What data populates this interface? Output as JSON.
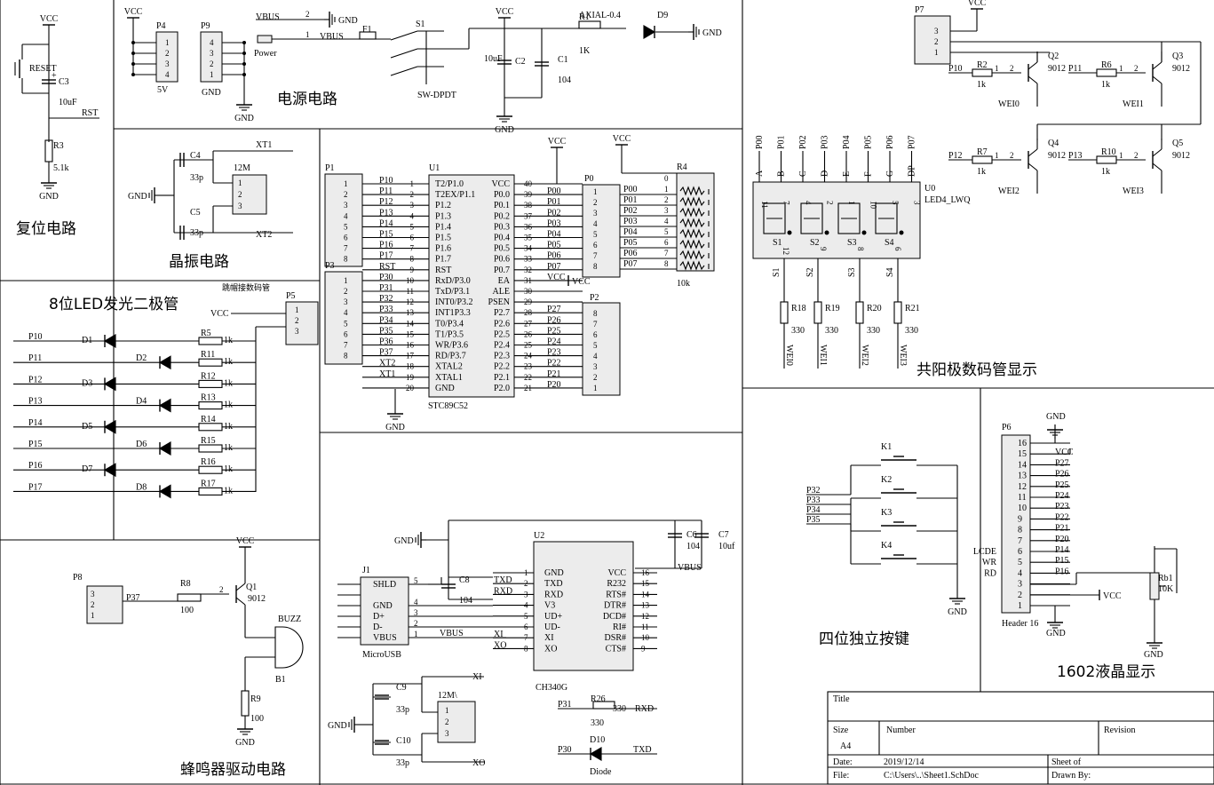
{
  "titles": {
    "reset": "复位电路",
    "power": "电源电路",
    "crystal": "晶振电路",
    "led8": "8位LED发光二极管",
    "jumper": "跳帽接数码管",
    "buzzer": "蜂鸣器驱动电路",
    "seg": "共阳极数码管显示",
    "keys": "四位独立按键",
    "lcd": "1602液晶显示"
  },
  "common": {
    "vcc": "VCC",
    "gnd": "GND",
    "vbus": "VBUS",
    "rst": "RST",
    "xt1": "XT1",
    "xt2": "XT2",
    "xi": "XI",
    "xo": "XO",
    "rxd": "RXD",
    "txd": "TXD"
  },
  "reset": {
    "btn": "RESET",
    "c3": "C3",
    "c3v": "10uF",
    "r3": "R3",
    "r3v": "5.1k"
  },
  "power": {
    "p4": "P4",
    "p4v": "5V",
    "p9": "P9",
    "p9v": "GND",
    "jack": "Power",
    "f1": "F1",
    "s1": "S1",
    "s1v": "SW-DPDT",
    "c2": "C2",
    "c2v": "10uF",
    "c1": "C1",
    "c1v": "104",
    "r1": "R1",
    "r1v": "1K",
    "r1t": "AXIAL-0.4",
    "d9": "D9",
    "pins_1234": [
      "1",
      "2",
      "3",
      "4"
    ],
    "pins_4321": [
      "4",
      "3",
      "2",
      "1"
    ],
    "pin2": "2",
    "pin1": "1"
  },
  "crystal": {
    "c4": "C4",
    "c4v": "33p",
    "c5": "C5",
    "c5v": "33p",
    "y": "12M",
    "pins": [
      "1",
      "2",
      "3"
    ]
  },
  "mcu": {
    "u1": "U1",
    "part": "STC89C52",
    "p1": "P1",
    "p3": "P3",
    "p0": "P0",
    "p2": "P2",
    "r4": "R4",
    "r4v": "10k",
    "left": [
      {
        "n": "1",
        "sig": "P10",
        "name": "T2/P1.0"
      },
      {
        "n": "2",
        "sig": "P11",
        "name": "T2EX/P1.1"
      },
      {
        "n": "3",
        "sig": "P12",
        "name": "P1.2"
      },
      {
        "n": "4",
        "sig": "P13",
        "name": "P1.3"
      },
      {
        "n": "5",
        "sig": "P14",
        "name": "P1.4"
      },
      {
        "n": "6",
        "sig": "P15",
        "name": "P1.5"
      },
      {
        "n": "7",
        "sig": "P16",
        "name": "P1.6"
      },
      {
        "n": "8",
        "sig": "P17",
        "name": "P1.7"
      },
      {
        "n": "9",
        "sig": "RST",
        "name": "RST"
      },
      {
        "n": "10",
        "sig": "P30",
        "name": "RxD/P3.0"
      },
      {
        "n": "11",
        "sig": "P31",
        "name": "TxD/P3.1"
      },
      {
        "n": "12",
        "sig": "P32",
        "name": "INT0/P3.2"
      },
      {
        "n": "13",
        "sig": "P33",
        "name": "INT1P3.3"
      },
      {
        "n": "14",
        "sig": "P34",
        "name": "T0/P3.4"
      },
      {
        "n": "15",
        "sig": "P35",
        "name": "T1/P3.5"
      },
      {
        "n": "16",
        "sig": "P36",
        "name": "WR/P3.6"
      },
      {
        "n": "17",
        "sig": "P37",
        "name": "RD/P3.7"
      },
      {
        "n": "18",
        "sig": "XT2",
        "name": "XTAL2"
      },
      {
        "n": "19",
        "sig": "XT1",
        "name": "XTAL1"
      },
      {
        "n": "20",
        "sig": "",
        "name": "GND"
      }
    ],
    "right": [
      {
        "n": "40",
        "sig": "",
        "name": "VCC"
      },
      {
        "n": "39",
        "sig": "P00",
        "name": "P0.0"
      },
      {
        "n": "38",
        "sig": "P01",
        "name": "P0.1"
      },
      {
        "n": "37",
        "sig": "P02",
        "name": "P0.2"
      },
      {
        "n": "36",
        "sig": "P03",
        "name": "P0.3"
      },
      {
        "n": "35",
        "sig": "P04",
        "name": "P0.4"
      },
      {
        "n": "34",
        "sig": "P05",
        "name": "P0.5"
      },
      {
        "n": "33",
        "sig": "P06",
        "name": "P0.6"
      },
      {
        "n": "32",
        "sig": "P07",
        "name": "P0.7"
      },
      {
        "n": "31",
        "sig": "VCC",
        "name": "EA"
      },
      {
        "n": "30",
        "sig": "",
        "name": "ALE"
      },
      {
        "n": "29",
        "sig": "",
        "name": "PSEN"
      },
      {
        "n": "28",
        "sig": "P27",
        "name": "P2.7"
      },
      {
        "n": "27",
        "sig": "P26",
        "name": "P2.6"
      },
      {
        "n": "26",
        "sig": "P25",
        "name": "P2.5"
      },
      {
        "n": "25",
        "sig": "P24",
        "name": "P2.4"
      },
      {
        "n": "24",
        "sig": "P23",
        "name": "P2.3"
      },
      {
        "n": "23",
        "sig": "P22",
        "name": "P2.2"
      },
      {
        "n": "22",
        "sig": "P21",
        "name": "P2.1"
      },
      {
        "n": "21",
        "sig": "P20",
        "name": "P2.0"
      }
    ],
    "p1pins": [
      "1",
      "2",
      "3",
      "4",
      "5",
      "6",
      "7",
      "8"
    ],
    "p0pins": [
      "1",
      "2",
      "3",
      "4",
      "5",
      "6",
      "7",
      "8"
    ],
    "p2pins": [
      "8",
      "7",
      "6",
      "5",
      "4",
      "3",
      "2",
      "1"
    ],
    "r4sigs": [
      "P00",
      "P01",
      "P02",
      "P03",
      "P04",
      "P05",
      "P06",
      "P07"
    ],
    "r4pins": [
      "0",
      "1",
      "2",
      "3",
      "4",
      "5",
      "6",
      "7",
      "8"
    ]
  },
  "leds": {
    "p5": "P5",
    "p5pins": [
      "1",
      "2",
      "3"
    ],
    "rv": "1k",
    "rows": [
      {
        "sig": "P10",
        "d": "D1",
        "r": "R5"
      },
      {
        "sig": "P11",
        "d": "D2",
        "r": "R11"
      },
      {
        "sig": "P12",
        "d": "D3",
        "r": "R12"
      },
      {
        "sig": "P13",
        "d": "D4",
        "r": "R13"
      },
      {
        "sig": "P14",
        "d": "D5",
        "r": "R14"
      },
      {
        "sig": "P15",
        "d": "D6",
        "r": "R15"
      },
      {
        "sig": "P16",
        "d": "D7",
        "r": "R16"
      },
      {
        "sig": "P17",
        "d": "D8",
        "r": "R17"
      }
    ]
  },
  "buzzer": {
    "p8": "P8",
    "pins": [
      "3",
      "2",
      "1"
    ],
    "sig": "P37",
    "r8": "R8",
    "r8v": "100",
    "q1": "Q1",
    "q1v": "9012",
    "buzz": "BUZZ",
    "b1": "B1",
    "r9": "R9",
    "r9v": "100",
    "pin2": "2"
  },
  "usb": {
    "j1": "J1",
    "j1v": "MicroUSB",
    "j1pins": [
      "SHLD",
      "GND",
      "D+",
      "D-",
      "VBUS"
    ],
    "j1nums": [
      "5",
      "4",
      "3",
      "2",
      "1"
    ],
    "u2": "U2",
    "part": "CH340G",
    "c8": "C8",
    "c8v": "104",
    "c6": "C6",
    "c6v": "104",
    "c7": "C7",
    "c7v": "10uf",
    "left": [
      {
        "n": "1",
        "name": "GND",
        "sig": ""
      },
      {
        "n": "2",
        "name": "TXD",
        "sig": "TXD"
      },
      {
        "n": "3",
        "name": "RXD",
        "sig": "RXD"
      },
      {
        "n": "4",
        "name": "V3",
        "sig": ""
      },
      {
        "n": "5",
        "name": "UD+",
        "sig": ""
      },
      {
        "n": "6",
        "name": "UD-",
        "sig": ""
      },
      {
        "n": "7",
        "name": "XI",
        "sig": "XI"
      },
      {
        "n": "8",
        "name": "XO",
        "sig": "XO"
      }
    ],
    "right": [
      {
        "n": "16",
        "name": "VCC"
      },
      {
        "n": "15",
        "name": "R232"
      },
      {
        "n": "14",
        "name": "RTS#"
      },
      {
        "n": "13",
        "name": "DTR#"
      },
      {
        "n": "12",
        "name": "DCD#"
      },
      {
        "n": "11",
        "name": "RI#"
      },
      {
        "n": "10",
        "name": "DSR#"
      },
      {
        "n": "9",
        "name": "CTS#"
      }
    ]
  },
  "crystal2": {
    "c9": "C9",
    "c9v": "33p",
    "c10": "C10",
    "c10v": "33p",
    "y": "12M\\",
    "pins": [
      "1",
      "2",
      "3"
    ]
  },
  "serial": {
    "r26": "R26",
    "r26v": "330",
    "p31": "P31",
    "rxd_r": "330",
    "d10": "D10",
    "d10v": "Diode",
    "p30": "P30"
  },
  "seg": {
    "p7": "P7",
    "p7pins": [
      "3",
      "2",
      "1"
    ],
    "top": [
      "P00",
      "P01",
      "P02",
      "P03",
      "P04",
      "P05",
      "P06",
      "P07"
    ],
    "letters": [
      "A",
      "B",
      "C",
      "D",
      "E",
      "F",
      "G",
      "DP"
    ],
    "pins_top": [
      "11",
      "7",
      "4",
      "2",
      "1",
      "10",
      "5",
      "3"
    ],
    "digits": [
      "S1",
      "S2",
      "S3",
      "S4"
    ],
    "digitpins": [
      "12",
      "9",
      "8",
      "6"
    ],
    "u0": "U0",
    "u0v": "LED4_LWQ",
    "rs": [
      {
        "r": "R18",
        "v": "330",
        "w": "WEI0",
        "s": "S1"
      },
      {
        "r": "R19",
        "v": "330",
        "w": "WEI1",
        "s": "S2"
      },
      {
        "r": "R20",
        "v": "330",
        "w": "WEI2",
        "s": "S3"
      },
      {
        "r": "R21",
        "v": "330",
        "w": "WEI3",
        "s": "S4"
      }
    ],
    "q": [
      {
        "q": "Q2",
        "v": "9012",
        "in": "P10",
        "r": "R2",
        "rv": "1k",
        "w": "WEI0"
      },
      {
        "q": "Q3",
        "v": "9012",
        "in": "P11",
        "r": "R6",
        "rv": "1k",
        "w": "WEI1"
      },
      {
        "q": "Q4",
        "v": "9012",
        "in": "P12",
        "r": "R7",
        "rv": "1k",
        "w": "WEI2"
      },
      {
        "q": "Q5",
        "v": "9012",
        "in": "P13",
        "r": "R10",
        "rv": "1k",
        "w": "WEI3"
      }
    ],
    "pin1": "1",
    "pin2": "2",
    "pin3": "3"
  },
  "keys": {
    "k": [
      "K1",
      "K2",
      "K3",
      "K4"
    ],
    "sig": [
      "P32",
      "P33",
      "P34",
      "P35"
    ]
  },
  "lcd": {
    "p6": "P6",
    "p6v": "Header 16",
    "pins": [
      {
        "n": "16",
        "s": ""
      },
      {
        "n": "15",
        "s": "VCC"
      },
      {
        "n": "14",
        "s": "P27"
      },
      {
        "n": "13",
        "s": "P26"
      },
      {
        "n": "12",
        "s": "P25"
      },
      {
        "n": "11",
        "s": "P24"
      },
      {
        "n": "10",
        "s": "P23"
      },
      {
        "n": "9",
        "s": "P22"
      },
      {
        "n": "8",
        "s": "P21"
      },
      {
        "n": "7",
        "s": "P20"
      },
      {
        "n": "6",
        "s": "P14"
      },
      {
        "n": "5",
        "s": "P15"
      },
      {
        "n": "4",
        "s": "P16"
      },
      {
        "n": "3",
        "s": ""
      },
      {
        "n": "2",
        "s": ""
      },
      {
        "n": "1",
        "s": ""
      }
    ],
    "left": [
      {
        "n": "6",
        "s": "LCDE"
      },
      {
        "n": "5",
        "s": "WR"
      },
      {
        "n": "4",
        "s": "RD"
      }
    ],
    "rb1": "Rb1",
    "rb1v": "10K"
  },
  "titleblock": {
    "title": "Title",
    "size": "Size",
    "size_v": "A4",
    "number": "Number",
    "revision": "Revision",
    "date": "Date:",
    "date_v": "2019/12/14",
    "sheet": "Sheet   of",
    "file": "File:",
    "file_v": "C:\\Users\\..\\Sheet1.SchDoc",
    "drawn": "Drawn By:"
  }
}
